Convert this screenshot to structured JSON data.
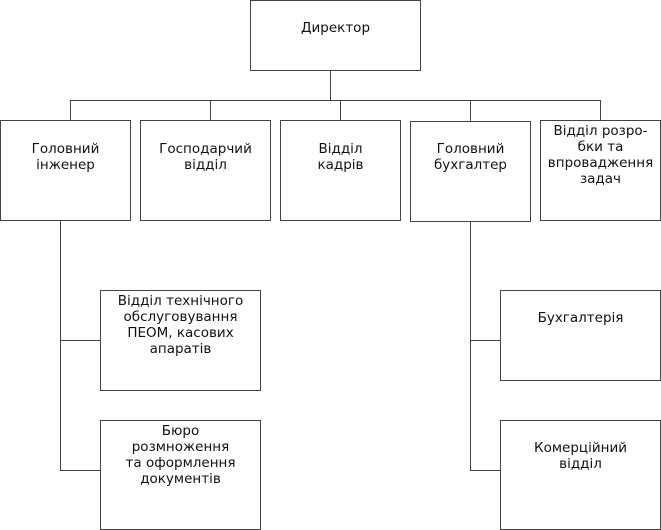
{
  "diagram": {
    "type": "org-chart",
    "root": {
      "id": "director",
      "label": "Директор"
    },
    "level1": [
      {
        "id": "chief-engineer",
        "label": "Головний\nінженер"
      },
      {
        "id": "household-dept",
        "label": "Господарчий\nвідділ"
      },
      {
        "id": "hr-dept",
        "label": "Відділ\nкадрів"
      },
      {
        "id": "chief-accountant",
        "label": "Головний\nбухгалтер"
      },
      {
        "id": "dev-dept",
        "label": "Відділ розро-\nбки та\nвпровадження\nзадач"
      }
    ],
    "chief_engineer_children": [
      {
        "id": "tech-service-dept",
        "label": "Відділ технічного\nобслуговування\nПЕОМ, касових\nапаратів"
      },
      {
        "id": "copy-bureau",
        "label": "Бюро\nрозмноження\nта оформлення\nдокументів"
      }
    ],
    "chief_accountant_children": [
      {
        "id": "accounting",
        "label": "Бухгалтерія"
      },
      {
        "id": "commercial-dept",
        "label": "Комерційний\nвідділ"
      }
    ]
  }
}
